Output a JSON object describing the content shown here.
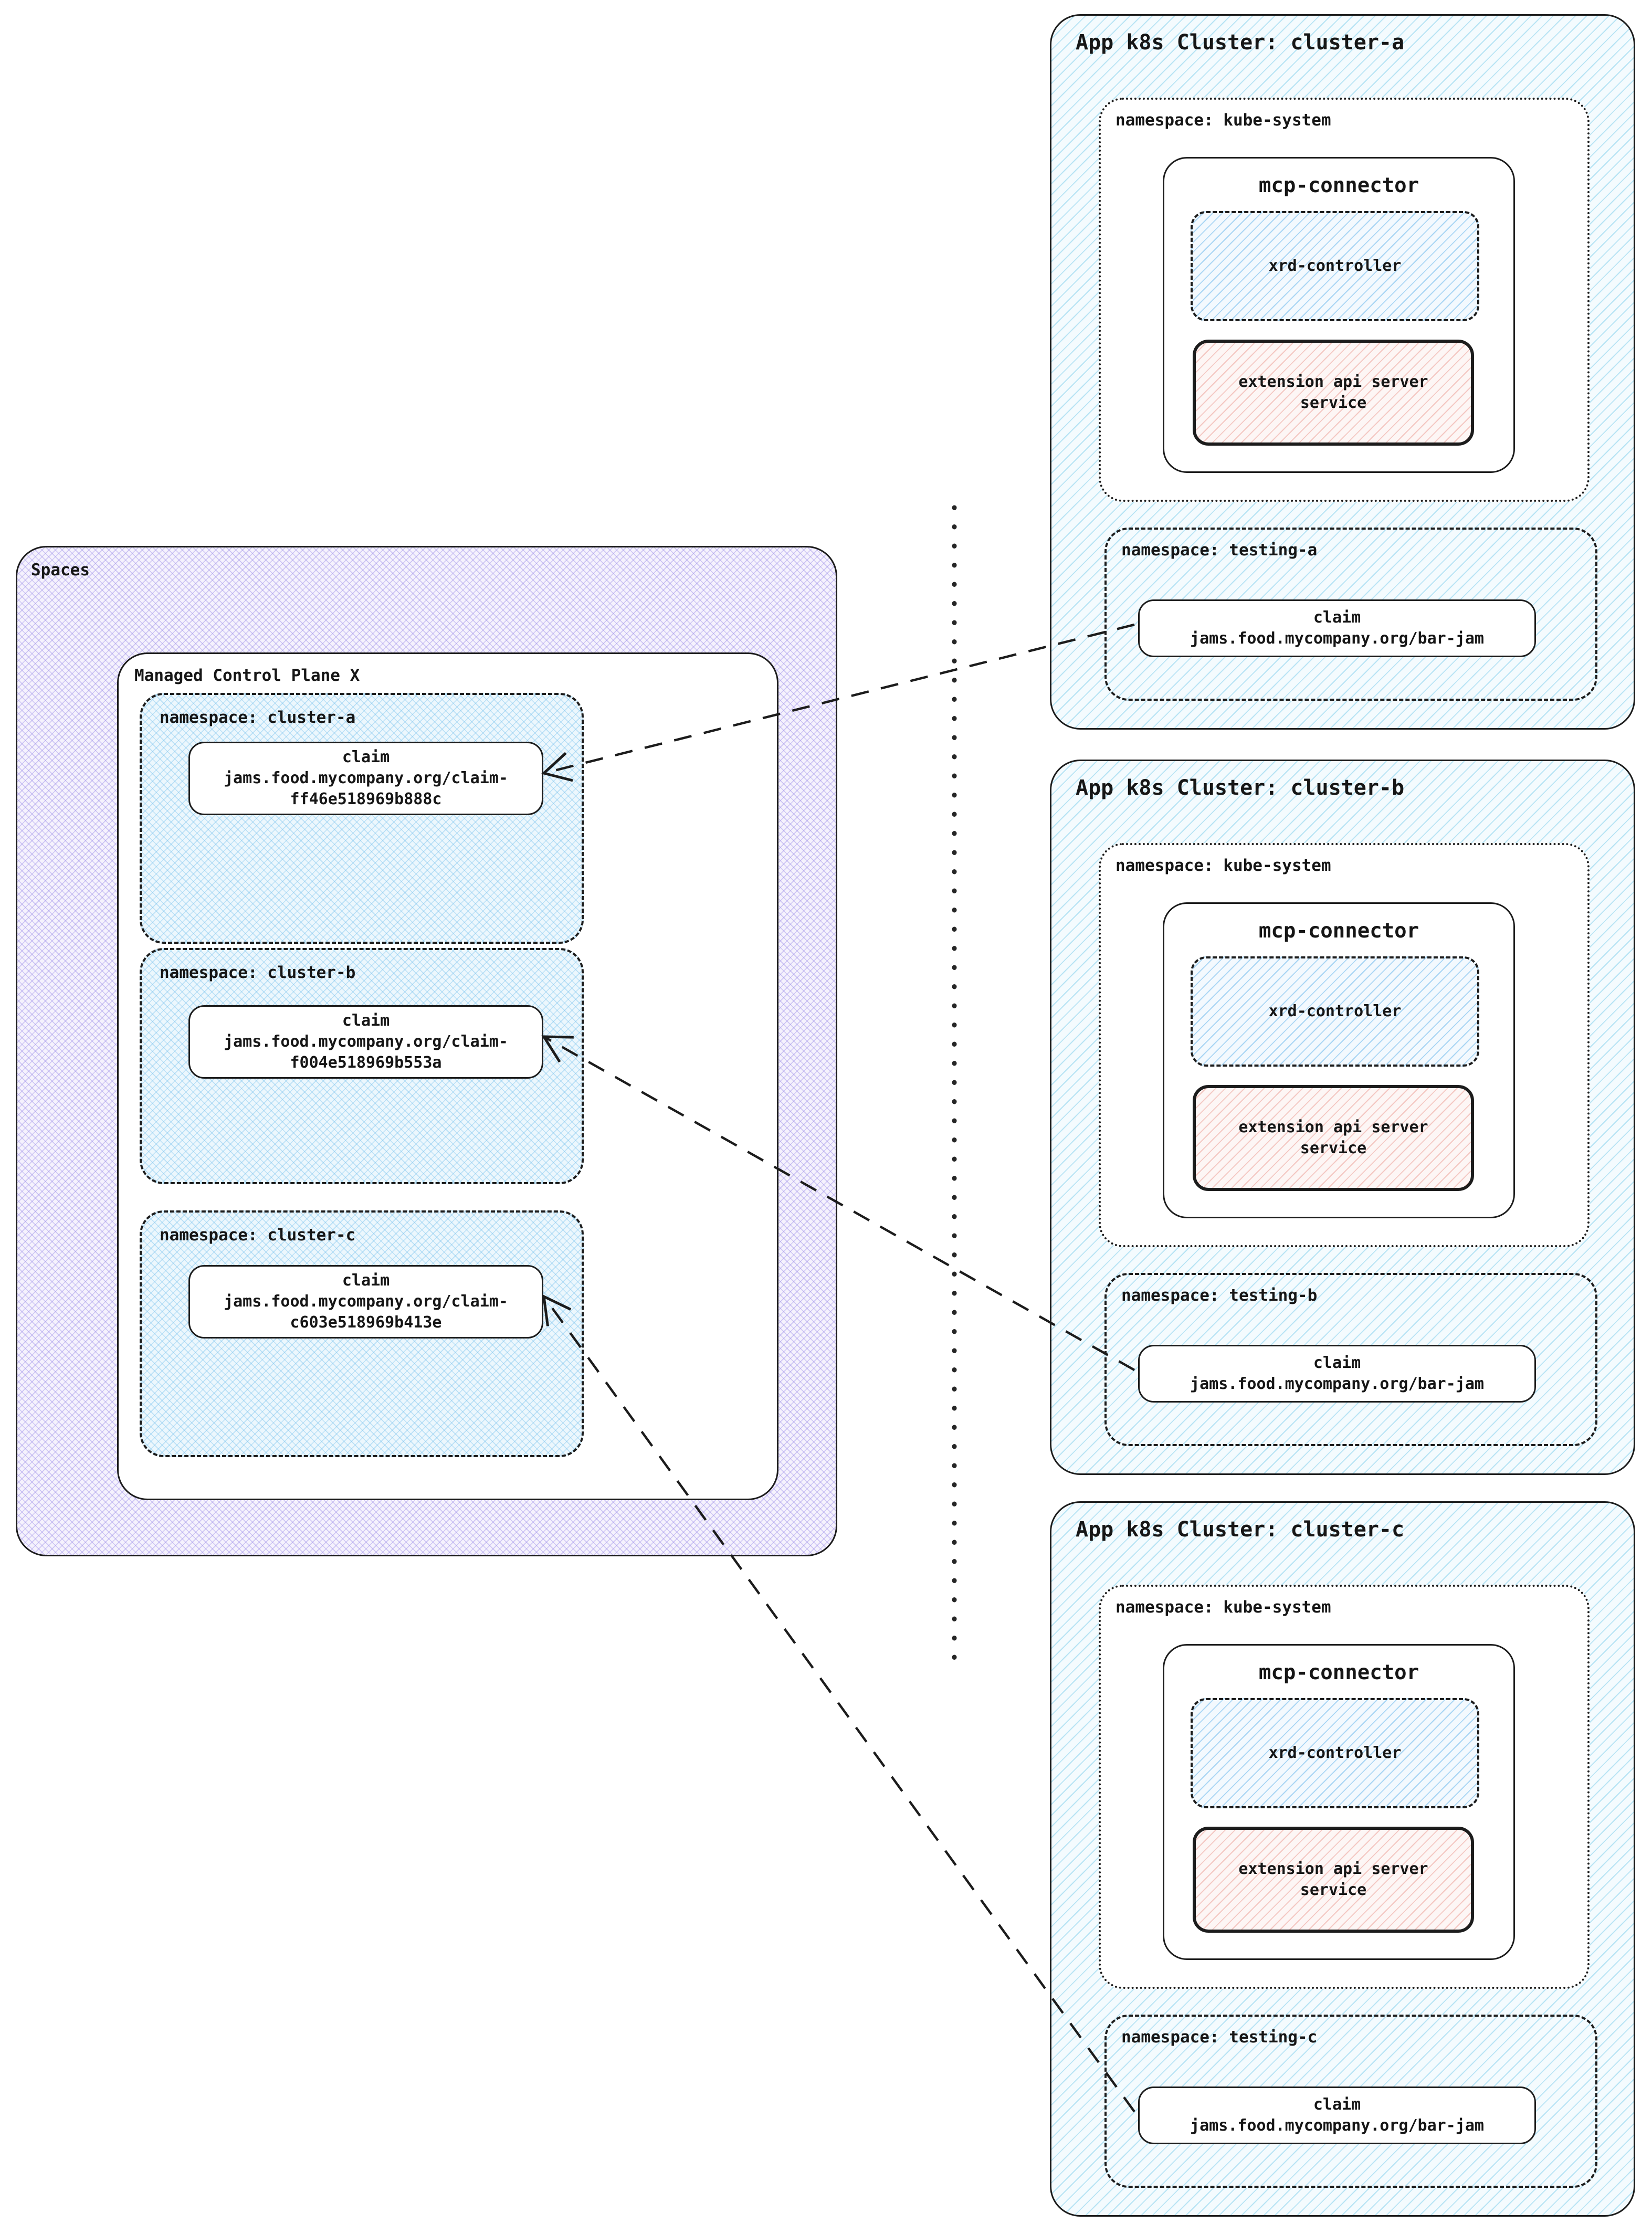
{
  "spaces": {
    "label": "Spaces",
    "control_plane": {
      "label": "Managed Control Plane X",
      "namespaces": [
        {
          "label": "namespace: cluster-a",
          "claim": {
            "title": "claim",
            "lines": [
              "jams.food.mycompany.org/claim-",
              "ff46e518969b888c"
            ]
          }
        },
        {
          "label": "namespace: cluster-b",
          "claim": {
            "title": "claim",
            "lines": [
              "jams.food.mycompany.org/claim-",
              "f004e518969b553a"
            ]
          }
        },
        {
          "label": "namespace: cluster-c",
          "claim": {
            "title": "claim",
            "lines": [
              "jams.food.mycompany.org/claim-",
              "c603e518969b413e"
            ]
          }
        }
      ]
    }
  },
  "clusters": [
    {
      "title": "App k8s Cluster: cluster-a",
      "kube_system": {
        "label": "namespace: kube-system",
        "mcp_connector": {
          "label": "mcp-connector",
          "xrd_controller": {
            "label": "xrd-controller"
          },
          "extension_api": {
            "lines": [
              "extension api server",
              "service"
            ]
          }
        }
      },
      "testing": {
        "label": "namespace: testing-a",
        "claim": {
          "title": "claim",
          "line": "jams.food.mycompany.org/bar-jam"
        }
      }
    },
    {
      "title": "App k8s Cluster: cluster-b",
      "kube_system": {
        "label": "namespace: kube-system",
        "mcp_connector": {
          "label": "mcp-connector",
          "xrd_controller": {
            "label": "xrd-controller"
          },
          "extension_api": {
            "lines": [
              "extension api server",
              "service"
            ]
          }
        }
      },
      "testing": {
        "label": "namespace: testing-b",
        "claim": {
          "title": "claim",
          "line": "jams.food.mycompany.org/bar-jam"
        }
      }
    },
    {
      "title": "App k8s Cluster: cluster-c",
      "kube_system": {
        "label": "namespace: kube-system",
        "mcp_connector": {
          "label": "mcp-connector",
          "xrd_controller": {
            "label": "xrd-controller"
          },
          "extension_api": {
            "lines": [
              "extension api server",
              "service"
            ]
          }
        }
      },
      "testing": {
        "label": "namespace: testing-c",
        "claim": {
          "title": "claim",
          "line": "jams.food.mycompany.org/bar-jam"
        }
      }
    }
  ],
  "colors": {
    "outline": "#1c1c1c",
    "cluster_fill_hatch": "#7dcdeb",
    "spaces_fill_hatch": "#9687e6",
    "namespace_crosshatch": "#6ebeeb",
    "extension_fill_hatch": "#eb9b91",
    "box_fill": "#ffffff"
  }
}
